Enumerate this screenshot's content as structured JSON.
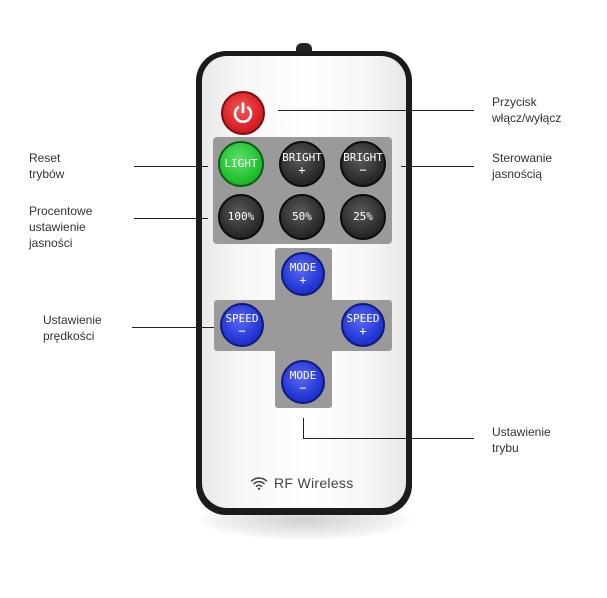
{
  "remote": {
    "buttons": {
      "light": "LIGHT",
      "bright_plus_top": "BRIGHT",
      "bright_plus_sym": "+",
      "bright_minus_top": "BRIGHT",
      "bright_minus_sym": "−",
      "p100": "100%",
      "p50": "50%",
      "p25": "25%",
      "mode_plus_top": "MODE",
      "mode_plus_sym": "+",
      "mode_minus_top": "MODE",
      "mode_minus_sym": "−",
      "speed_minus_top": "SPEED",
      "speed_minus_sym": "−",
      "speed_plus_top": "SPEED",
      "speed_plus_sym": "+"
    },
    "power_icon": "power-icon",
    "rf_icon": "wifi-icon",
    "rf_label": "RF Wireless",
    "colors": {
      "power": "#d92127",
      "light": "#22c12f",
      "dark_button": "#2d2d2d",
      "blue_button": "#2437d8",
      "panel": "#9a9a9a",
      "body": "#1b1b1b"
    }
  },
  "callouts": {
    "power_l1": "Przycisk",
    "power_l2": "włącz/wyłącz",
    "bright_l1": "Sterowanie",
    "bright_l2": "jasnością",
    "reset_l1": "Reset",
    "reset_l2": "trybów",
    "percent_l1": "Procentowe",
    "percent_l2": "ustawienie",
    "percent_l3": "jasności",
    "speed_l1": "Ustawienie",
    "speed_l2": "prędkości",
    "mode_l1": "Ustawienie",
    "mode_l2": "trybu"
  }
}
